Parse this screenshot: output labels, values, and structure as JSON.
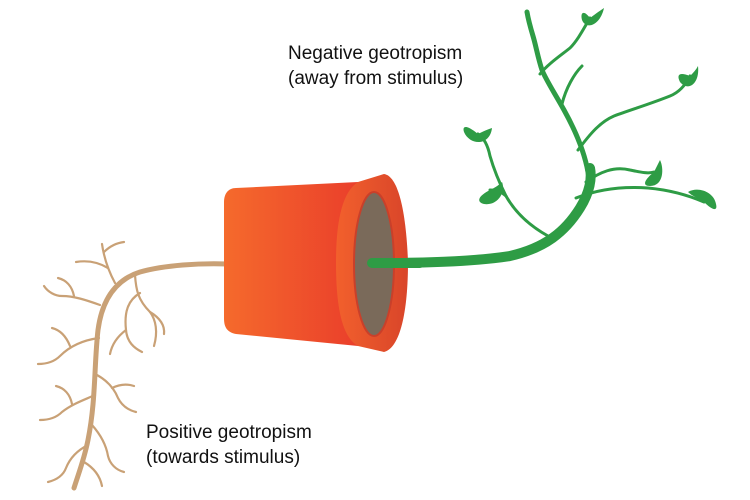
{
  "labels": {
    "negative": {
      "line1": "Negative geotropism",
      "line2": "(away from stimulus)"
    },
    "positive": {
      "line1": "Positive geotropism",
      "line2": "(towards stimulus)"
    }
  },
  "colors": {
    "pot_body": "#EE4A2A",
    "pot_body_light": "#F36A2E",
    "pot_rim": "#F0592B",
    "pot_rim_dark": "#D5432A",
    "soil": "#7A6A5A",
    "stem": "#2E9C45",
    "leaf": "#2E9C45",
    "root": "#C9A176",
    "text": "#111111"
  }
}
